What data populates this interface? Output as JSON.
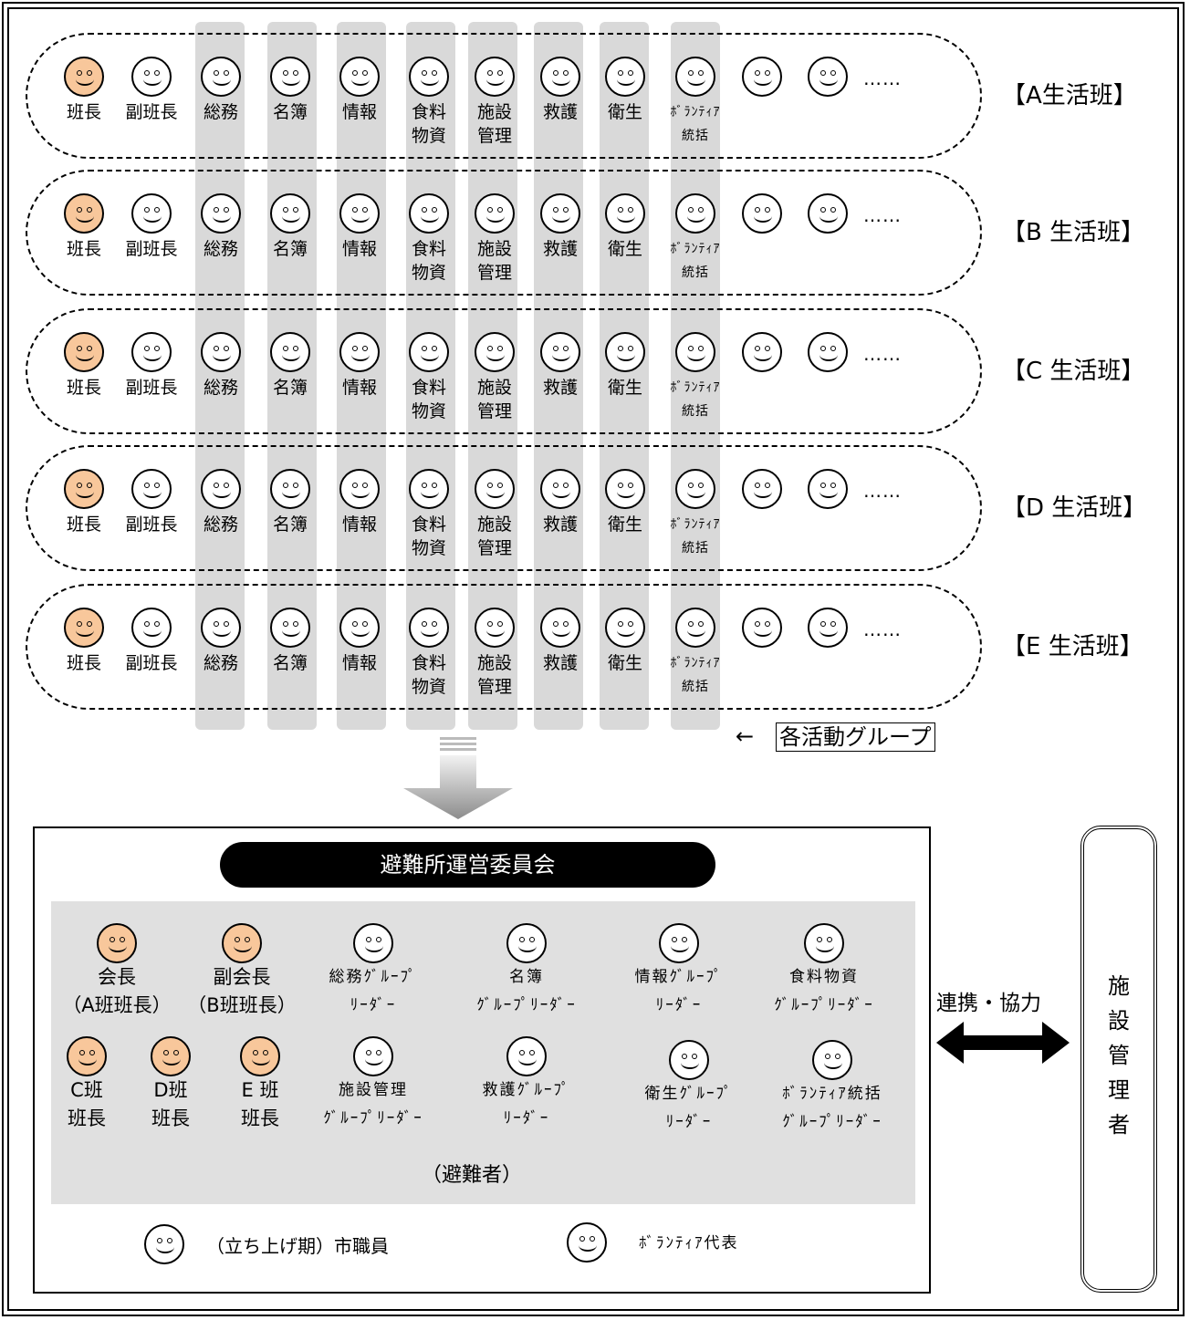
{
  "rows": [
    {
      "title": "【A生活班】"
    },
    {
      "title": "【B 生活班】"
    },
    {
      "title": "【C 生活班】"
    },
    {
      "title": "【D 生活班】"
    },
    {
      "title": "【E 生活班】"
    }
  ],
  "row_members": [
    "班長",
    "副班長",
    "総務",
    "名簿",
    "情報",
    "食料\n物資",
    "施設\n管理",
    "救護",
    "衛生",
    "ﾎﾞﾗﾝﾃｨｱ\n統括"
  ],
  "ellipsis": "……",
  "groups_label": "各活動グループ",
  "groups_arrow": "←",
  "committee": {
    "title": "避難所運営委員会",
    "members": [
      {
        "label": "会長\n（A班班長）"
      },
      {
        "label": "副会長\n（B班班長）"
      },
      {
        "label": "総務ｸﾞﾙｰﾌﾟ\nﾘｰﾀﾞｰ"
      },
      {
        "label": "名簿\nｸﾞﾙｰﾌﾟﾘｰﾀﾞｰ"
      },
      {
        "label": "情報ｸﾞﾙｰﾌﾟ\nﾘｰﾀﾞｰ"
      },
      {
        "label": "食料物資\nｸﾞﾙｰﾌﾟﾘｰﾀﾞｰ"
      },
      {
        "label": "C班\n班長"
      },
      {
        "label": "D班\n班長"
      },
      {
        "label": "E 班\n班長"
      },
      {
        "label": "施設管理\nｸﾞﾙｰﾌﾟﾘｰﾀﾞｰ"
      },
      {
        "label": "救護ｸﾞﾙｰﾌﾟ\nﾘｰﾀﾞｰ"
      },
      {
        "label": "衛生ｸﾞﾙｰﾌﾟ\nﾘｰﾀﾞｰ"
      },
      {
        "label": "ﾎﾞﾗﾝﾃｨｱ統括\nｸﾞﾙｰﾌﾟﾘｰﾀﾞｰ"
      }
    ],
    "evacuees": "（避難者）",
    "legend_staff": "（立ち上げ期）市職員",
    "legend_volunteer": "ﾎﾞﾗﾝﾃｨｱ代表"
  },
  "cooperation": "連携・協力",
  "manager": "施\n設\n管\n理\n者",
  "colors": {
    "leader_face": "#f8c79b",
    "band": "#d9d9d9",
    "committee_bg": "#e0e0e0"
  }
}
